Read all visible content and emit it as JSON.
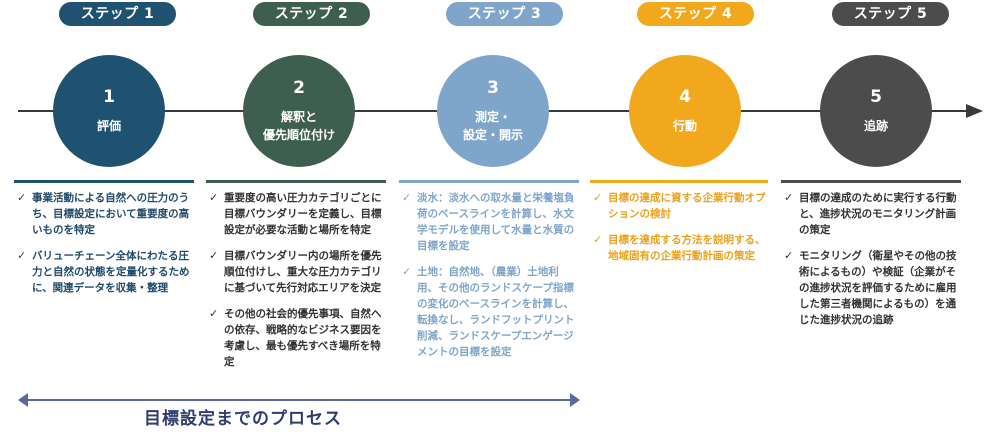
{
  "colors": {
    "step1": "#1f5170",
    "step2": "#3e5f50",
    "step3": "#7fa6ca",
    "step4": "#f2a81d",
    "step5": "#4c4c4c",
    "timeline": "#3a3a3a",
    "process": "#5a6a9a"
  },
  "icons": {
    "check": "✓"
  },
  "steps": [
    {
      "pill": "ステップ 1",
      "number": "1",
      "label": "評価",
      "items": [
        "事業活動による自然への圧力のうち、目標設定において重要度の高いものを特定",
        "バリューチェーン全体にわたる圧力と自然の状態を定量化するために、関連データを収集・整理"
      ]
    },
    {
      "pill": "ステップ 2",
      "number": "2",
      "label": "解釈と\n優先順位付け",
      "items": [
        "重要度の高い圧力カテゴリごとに目標バウンダリーを定義し、目標設定が必要な活動と場所を特定",
        "目標バウンダリー内の場所を優先順位付けし、重大な圧力カテゴリに基づいて先行対応エリアを決定",
        "その他の社会的優先事項、自然への依存、戦略的なビジネス要因を考慮し、最も優先すべき場所を特定"
      ]
    },
    {
      "pill": "ステップ 3",
      "number": "3",
      "label": "測定・\n設定・開示",
      "items": [
        "淡水：淡水への取水量と栄養塩負荷のベースラインを計算し、水文学モデルを使用して水量と水質の目標を設定",
        "土地：自然地、（農業）土地利用、その他のランドスケープ指標の変化のベースラインを計算し、転換なし、ランドフットプリント削減、ランドスケープエンゲージメントの目標を設定"
      ]
    },
    {
      "pill": "ステップ 4",
      "number": "4",
      "label": "行動",
      "items": [
        "目標の達成に資する企業行動オプションの検討",
        "目標を達成する方法を説明する、地域固有の企業行動計画の策定"
      ]
    },
    {
      "pill": "ステップ 5",
      "number": "5",
      "label": "追跡",
      "items": [
        "目標の達成のために実行する行動と、進捗状況のモニタリング計画の策定",
        "モニタリング（衛星やその他の技術によるもの）や検証（企業がその進捗状況を評価するために雇用した第三者機関によるもの）を通じた進捗状況の追跡"
      ]
    }
  ],
  "process_label": "目標設定までのプロセス"
}
